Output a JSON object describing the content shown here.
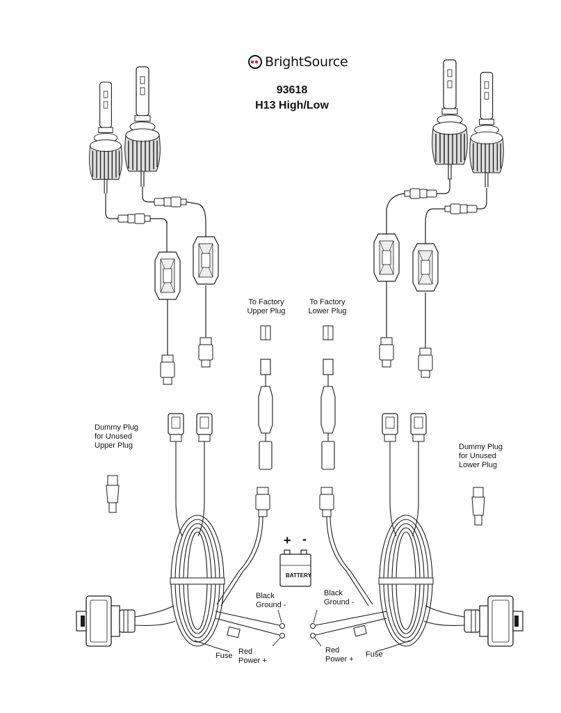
{
  "brand": {
    "name": "BrightSource"
  },
  "title": {
    "part_number": "93618",
    "description": "H13 High/Low"
  },
  "labels": {
    "factory_upper": "To Factory\nUpper Plug",
    "factory_lower": "To Factory\nLower Plug",
    "dummy_upper": "Dummy Plug\nfor Unused\nUpper Plug",
    "dummy_lower": "Dummy Plug\nfor Unused\nLower Plug",
    "black_ground_left": "Black\nGround -",
    "black_ground_right": "Black\nGround -",
    "red_power_left": "Red\nPower +",
    "red_power_right": "Red\nPower +",
    "fuse_left": "Fuse",
    "fuse_right": "Fuse",
    "battery": "BATTERY",
    "battery_plus": "+",
    "battery_minus": "-"
  },
  "colors": {
    "line": "#1a1a1a",
    "brand_accent": "#d9262b"
  }
}
